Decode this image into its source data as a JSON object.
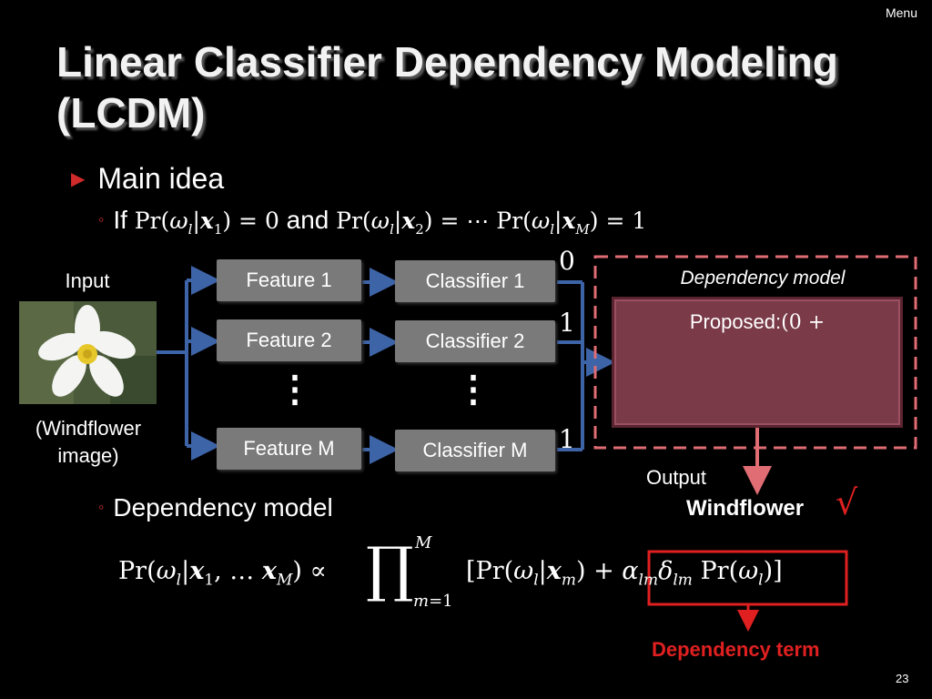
{
  "menu": "Menu",
  "title": "Linear Classifier Dependency Modeling (LCDM)",
  "bullet_main": "Main idea",
  "bullet_if": "If",
  "bullet_and": "and",
  "input_label": "Input",
  "image_caption": "(Windflower image)",
  "features": [
    "Feature 1",
    "Feature 2",
    "Feature M"
  ],
  "classifiers": [
    "Classifier 1",
    "Classifier 2",
    "Classifier M"
  ],
  "dots": "⋮",
  "bits": [
    "0",
    "1",
    "1"
  ],
  "dependency_model_label": "Dependency model",
  "proposed": "Proposed:",
  "proposed_math": "(0 +",
  "output_label": "Output",
  "output_value": "Windflower",
  "check": "√",
  "bullet_dep": "Dependency model",
  "dependency_term": "Dependency term",
  "page_number": "23",
  "colors": {
    "accent_red": "#d02a2a",
    "box_gray": "#7a7a7a",
    "dep_fill": "#7a3a48",
    "arrow_blue": "#3e64a8",
    "arrow_pink": "#e06c74"
  }
}
